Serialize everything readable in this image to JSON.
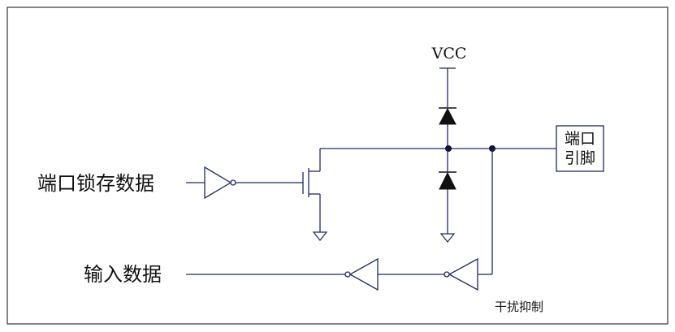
{
  "labels": {
    "vcc": "VCC",
    "port_pin_line1": "端口",
    "port_pin_line2": "引脚",
    "port_latch_data": "端口锁存数据",
    "input_data": "输入数据",
    "noise_suppression": "干扰抑制"
  }
}
